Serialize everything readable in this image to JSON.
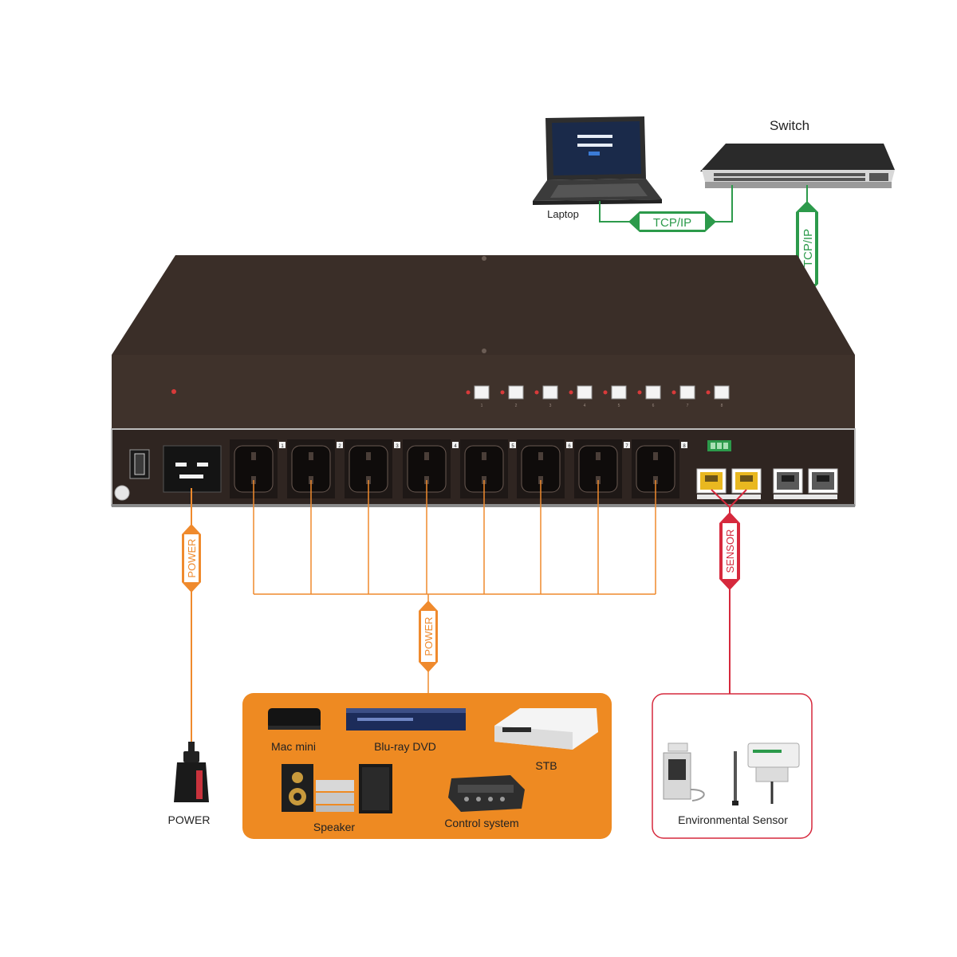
{
  "devices": {
    "switch_label": "Switch",
    "laptop_label": "Laptop",
    "pdu": {
      "outlet_numbers": [
        "1",
        "2",
        "3",
        "4",
        "5",
        "6",
        "7",
        "8"
      ],
      "button_numbers": [
        "1",
        "2",
        "3",
        "4",
        "5",
        "6",
        "7",
        "8"
      ]
    }
  },
  "links": {
    "tcpip_horizontal": "TCP/IP",
    "tcpip_vertical": "TCP/IP",
    "power_input": "POWER",
    "power_outputs": "POWER",
    "sensor": "SENSOR"
  },
  "power_input_plug_label": "POWER",
  "load_devices": {
    "mac_mini": "Mac mini",
    "bluray": "Blu-ray DVD",
    "stb": "STB",
    "speaker": "Speaker",
    "control_system": "Control system"
  },
  "sensor_box": {
    "label": "Environmental Sensor"
  },
  "colors": {
    "network": "#2c9a4b",
    "power": "#ef8a2d",
    "sensor": "#d6293d",
    "chassis": "#3a2e28",
    "device_panel": "#ee8a22"
  }
}
